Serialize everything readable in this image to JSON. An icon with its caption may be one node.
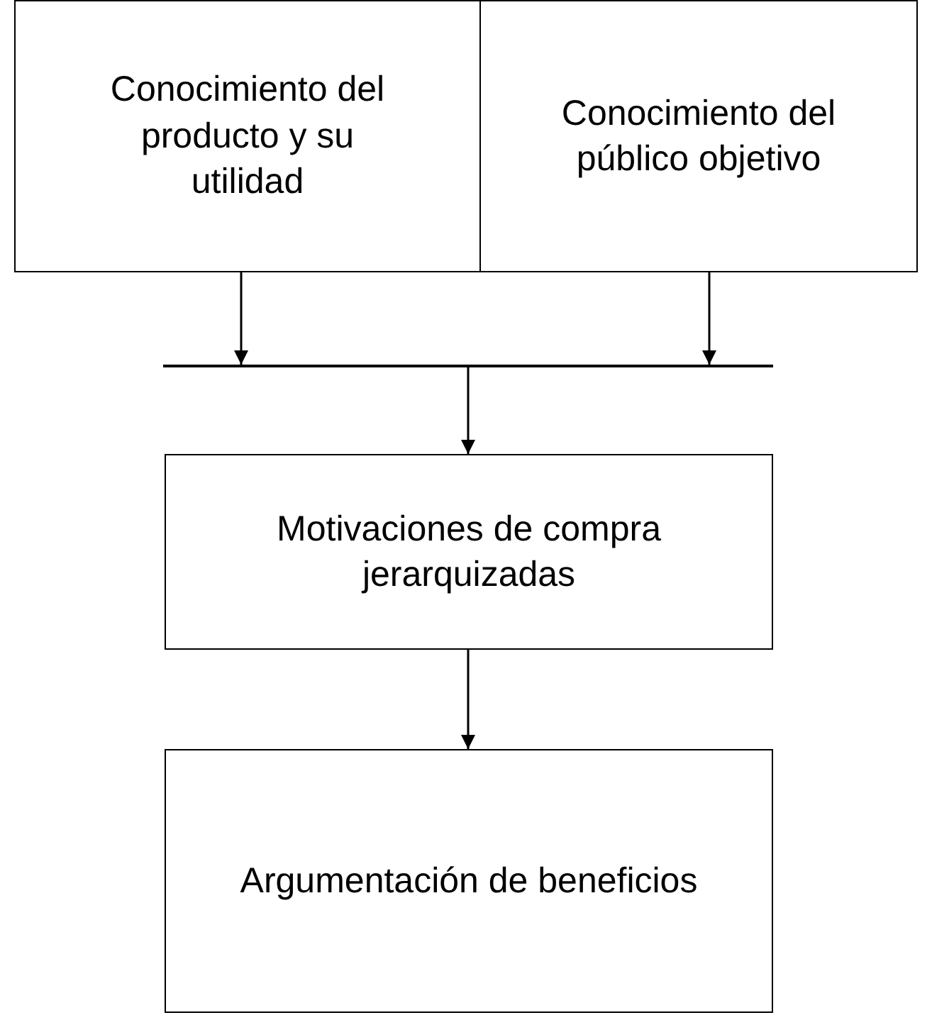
{
  "diagram": {
    "nodes": [
      {
        "text": [
          "Conocimiento del producto y su utilidad"
        ]
      },
      {
        "text": [
          "Conocimiento del público objetivo"
        ]
      },
      {
        "text": [],
        "shape": "bar"
      },
      {
        "text": [
          "Motivaciones de compra jerarquizadas"
        ]
      },
      {
        "text": [
          "Argumentación de beneficios"
        ]
      }
    ],
    "edges": [
      {
        "from": 0,
        "to": 2,
        "arrow": "to"
      },
      {
        "from": 1,
        "to": 2,
        "arrow": "to"
      },
      {
        "from": 2,
        "to": 3,
        "arrow": "to"
      },
      {
        "from": 3,
        "to": 4,
        "arrow": "to"
      }
    ]
  }
}
